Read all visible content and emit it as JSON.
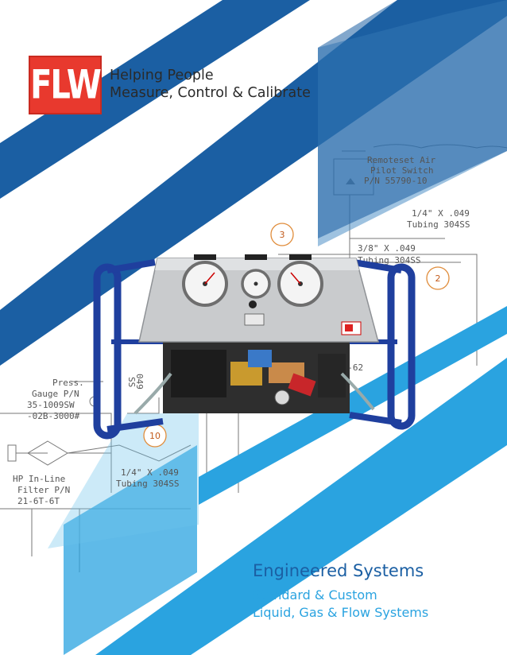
{
  "logo": {
    "text": "FLW",
    "color": "#e8392e"
  },
  "tagline": {
    "line1": "Helping People",
    "line2": "Measure, Control & Calibrate"
  },
  "drawing": {
    "switch_label_1": "Remoteset Air",
    "switch_label_2": "Pilot Switch",
    "switch_label_3": "P/N 55790-10",
    "tubing_upper_1": "1/4\" X .049",
    "tubing_upper_2": "Tubing 304SS",
    "tubing_mid_1": "3/8\" X .049",
    "tubing_mid_2": "Tubing 304SS",
    "gauge_1": "Press.",
    "gauge_2": "Gauge P/N",
    "gauge_3": "35-1009SW",
    "gauge_4": "-02B-3000#",
    "filter_1": "HP In-Line",
    "filter_2": "Filter P/N",
    "filter_3": "21-6T-6T",
    "tubing_low_1": "1/4\" X .049",
    "tubing_low_2": "Tubing 304SS",
    "balloon_3": "3",
    "balloon_2": "2",
    "balloon_10": "10",
    "misc_1": "AG-62",
    "misc_2": "049",
    "misc_3": "SS"
  },
  "footer": {
    "title": "Engineered Systems",
    "subtitle_line1": "Standard & Custom",
    "subtitle_line2": "Liquid, Gas & Flow Systems"
  },
  "colors": {
    "dark_blue": "#1b5fa3",
    "mid_blue": "#4f8fc7",
    "light_blue": "#2aa3e0",
    "pale_blue": "#6cc3ea",
    "balloon": "#e08c3a"
  }
}
